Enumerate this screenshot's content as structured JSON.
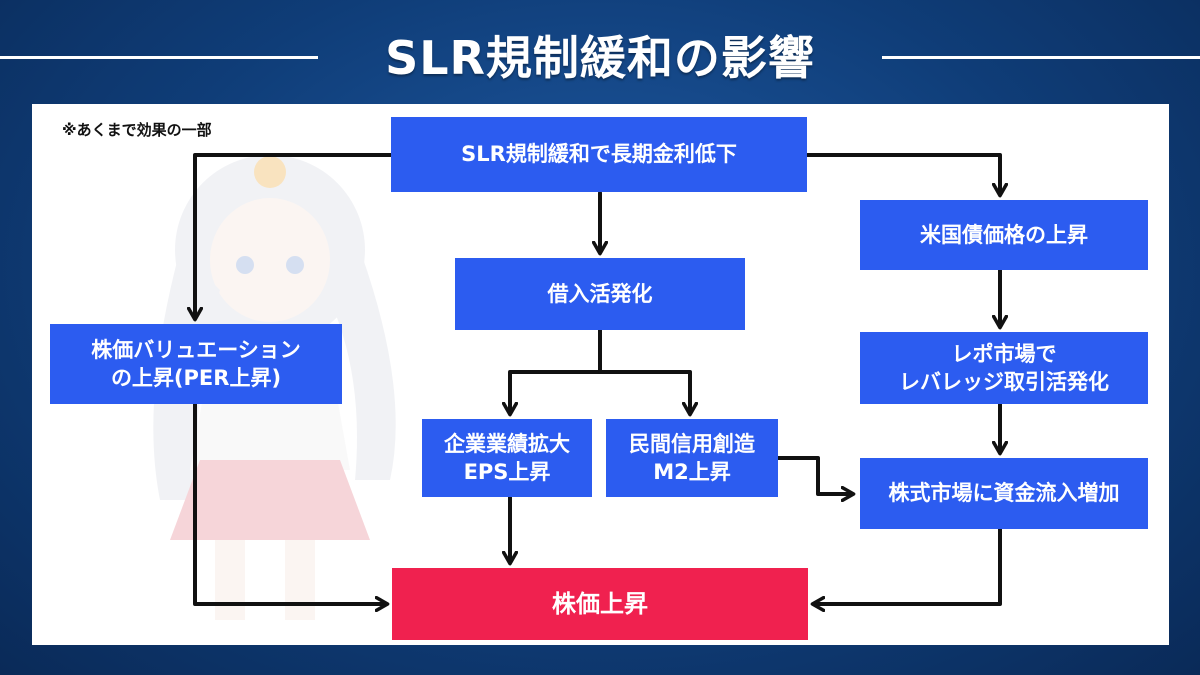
{
  "title": "SLR規制緩和の影響",
  "note": "※あくまで効果の一部",
  "nodes": {
    "slr": "SLR規制緩和で長期金利低下",
    "borrowing": "借入活発化",
    "earnings": "企業業績拡大\nEPS上昇",
    "credit": "民間信用創造\nM2上昇",
    "valuation": "株価バリュエーション\nの上昇(PER上昇)",
    "bond": "米国債価格の上昇",
    "repo": "レポ市場で\nレバレッジ取引活発化",
    "inflow": "株式市場に資金流入増加",
    "stock": "株価上昇"
  },
  "colors": {
    "background": "#0f3d78",
    "box": "#2c5cf0",
    "result_box": "#f0214f",
    "arrow": "#111111"
  }
}
